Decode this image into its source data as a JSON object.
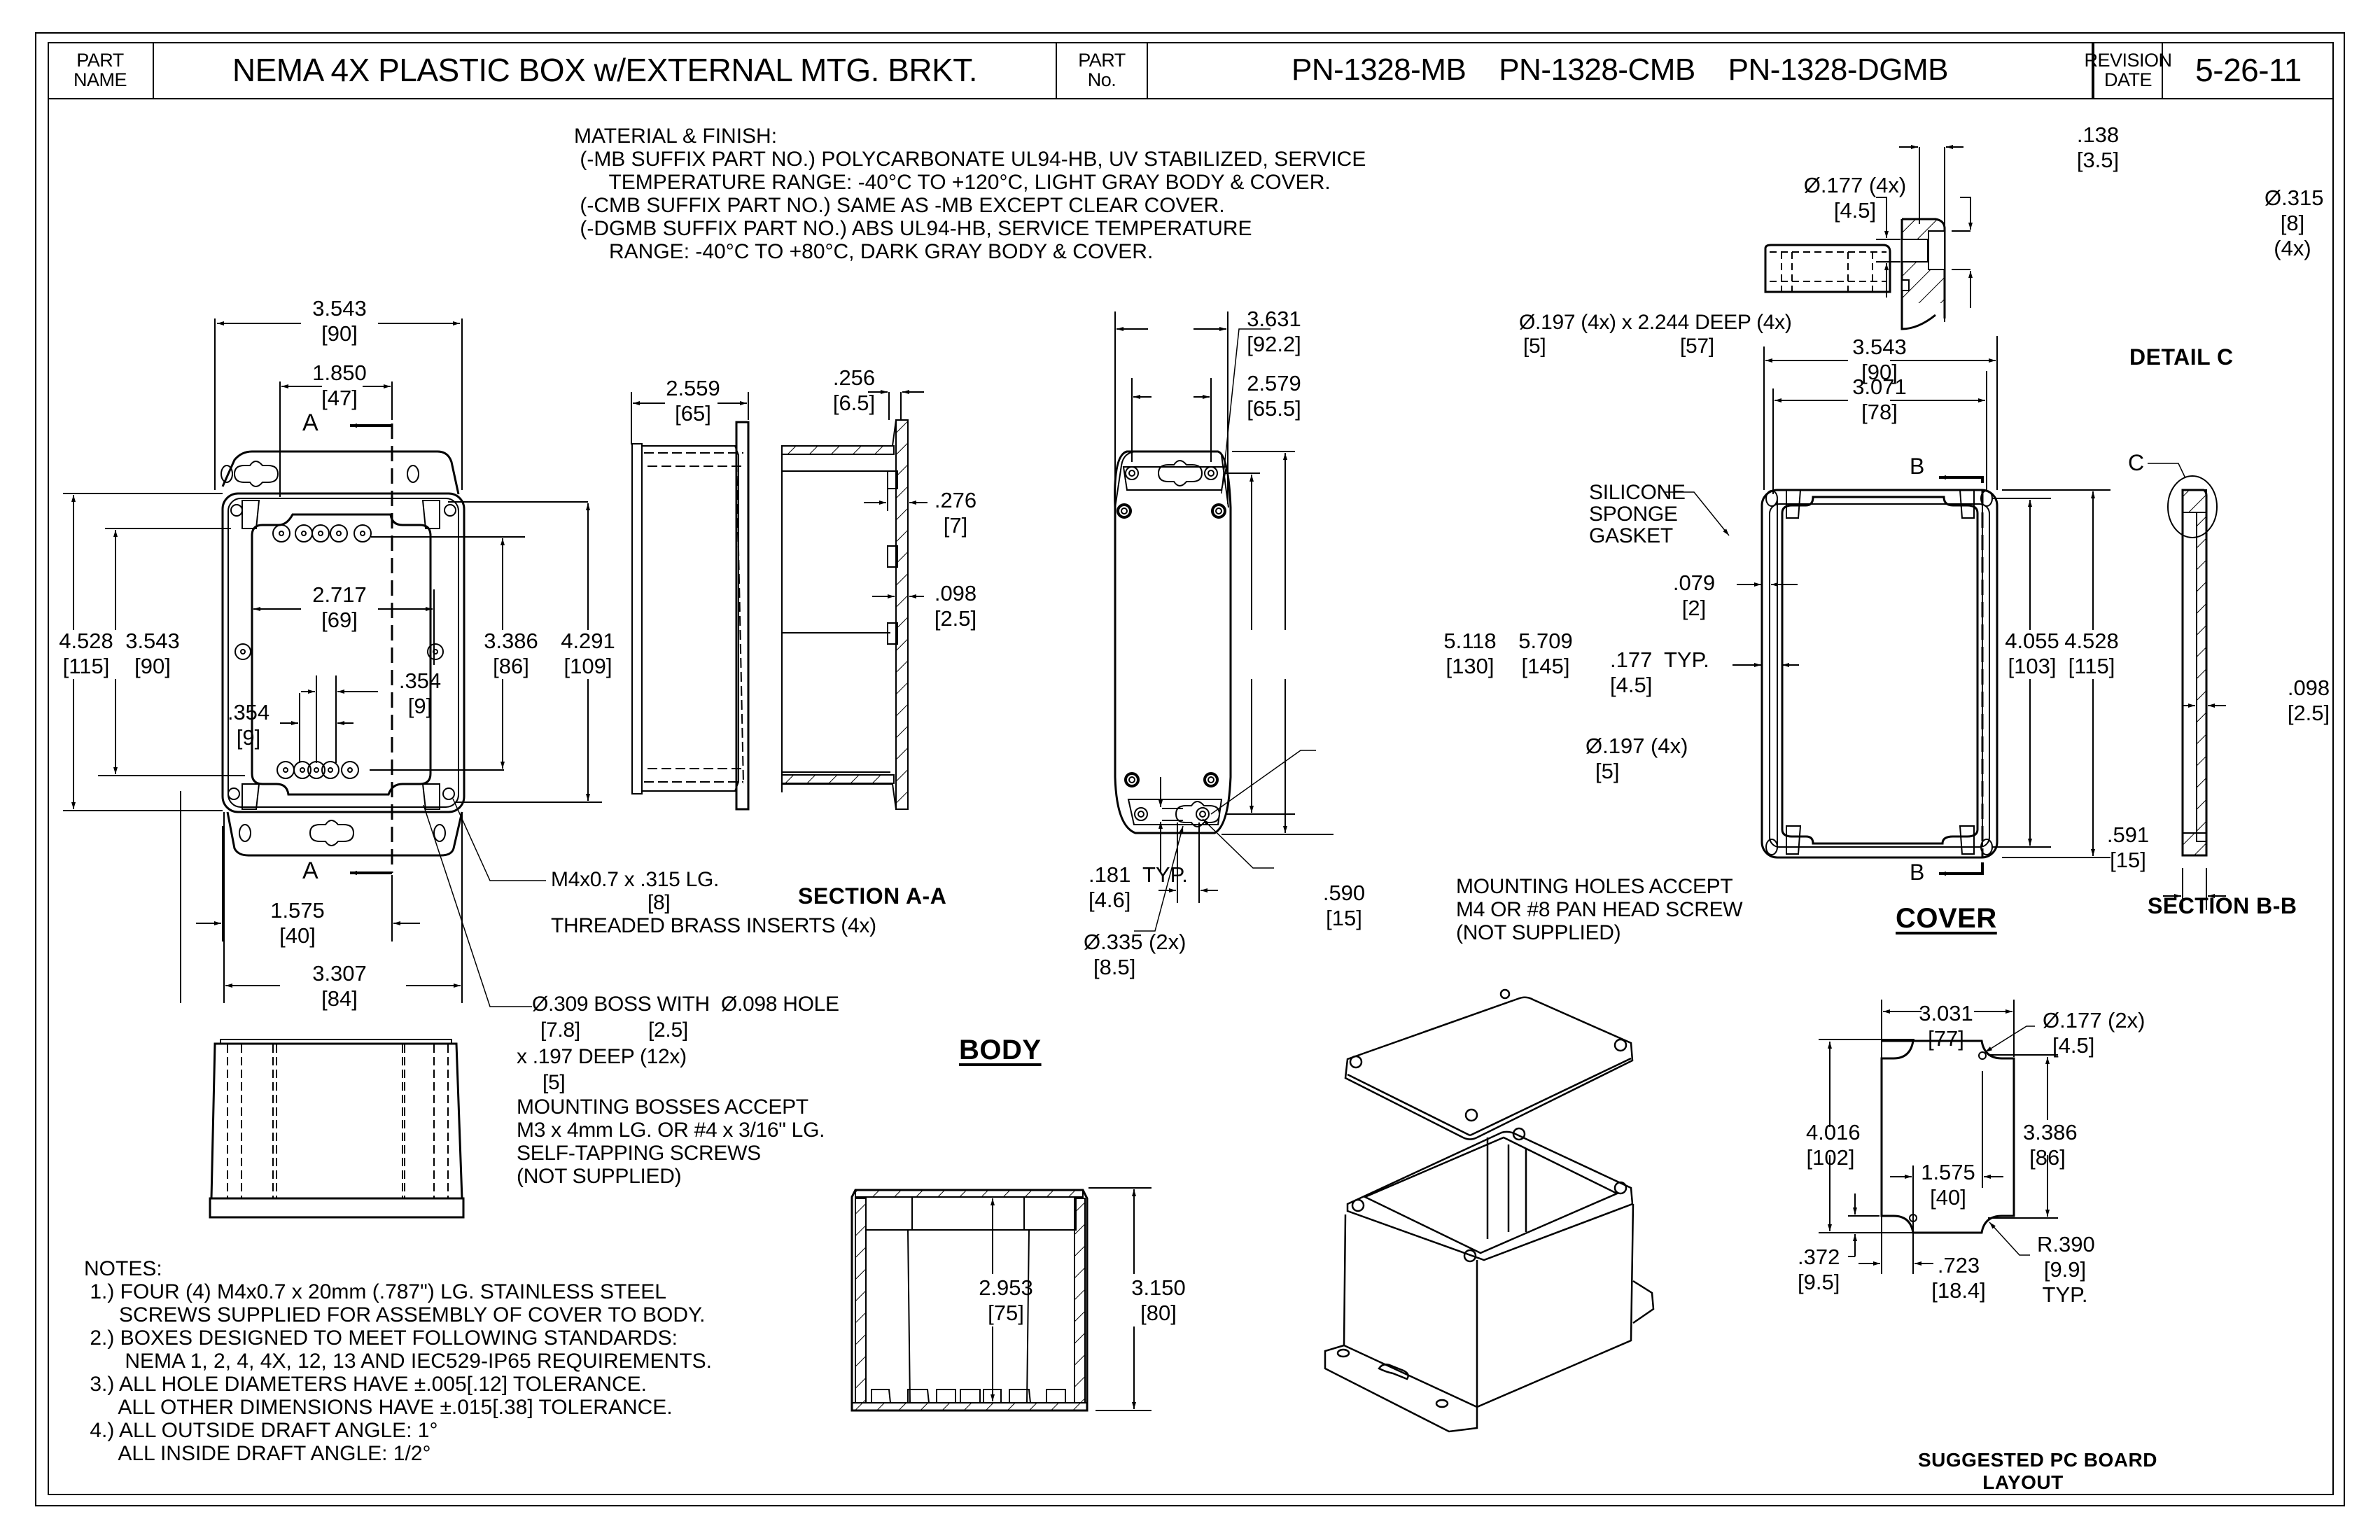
{
  "title_block": {
    "part_name_label": "PART\nNAME",
    "part_name": "NEMA 4X PLASTIC BOX w/EXTERNAL MTG. BRKT.",
    "part_no_label": "PART\nNo.",
    "part_numbers": "PN-1328-MB    PN-1328-CMB    PN-1328-DGMB",
    "revision_label": "REVISION\nDATE",
    "revision_date": "5-26-11"
  },
  "material_finish": {
    "heading": "MATERIAL & FINISH:",
    "lines": [
      " (-MB SUFFIX PART NO.) POLYCARBONATE UL94-HB, UV STABILIZED, SERVICE",
      "      TEMPERATURE RANGE: -40°C TO +120°C, LIGHT GRAY BODY & COVER.",
      " (-CMB SUFFIX PART NO.) SAME AS -MB EXCEPT CLEAR COVER.",
      " (-DGMB SUFFIX PART NO.) ABS UL94-HB, SERVICE TEMPERATURE",
      "      RANGE: -40°C TO +80°C, DARK GRAY BODY & COVER."
    ]
  },
  "notes": {
    "heading": "NOTES:",
    "lines": [
      " 1.) FOUR (4) M4x0.7 x 20mm (.787\") LG. STAINLESS STEEL",
      "      SCREWS SUPPLIED FOR ASSEMBLY OF COVER TO BODY.",
      " 2.) BOXES DESIGNED TO MEET FOLLOWING STANDARDS:",
      "       NEMA 1, 2, 4, 4X, 12, 13 AND IEC529-IP65 REQUIREMENTS.",
      " 3.) ALL HOLE DIAMETERS HAVE ±.005[.12] TOLERANCE.",
      "      ALL OTHER DIMENSIONS HAVE ±.015[.38] TOLERANCE.",
      " 4.) ALL OUTSIDE DRAFT ANGLE: 1°",
      "      ALL INSIDE DRAFT ANGLE: 1/2°"
    ]
  },
  "views": {
    "body_top": {
      "dims": [
        {
          "in": "3.543",
          "mm": "[90]"
        },
        {
          "in": "1.850",
          "mm": "[47]"
        },
        {
          "in": "2.717",
          "mm": "[69]"
        },
        {
          "in": "4.528",
          "mm": "[115]"
        },
        {
          "in": "3.543",
          "mm": "[90]"
        },
        {
          "in": "3.386",
          "mm": "[86]"
        },
        {
          "in": "4.291",
          "mm": "[109]"
        },
        {
          "in": ".354",
          "mm": "[9]"
        },
        {
          "in": ".354",
          "mm": "[9]"
        },
        {
          "in": "1.575",
          "mm": "[40]"
        },
        {
          "in": "3.307",
          "mm": "[84]"
        }
      ],
      "section_marker": "A",
      "callout_insert": [
        "M4x0.7 x .315 LG.",
        "[8]",
        "THREADED BRASS INSERTS (4x)"
      ],
      "callout_boss": [
        "Ø.309 BOSS WITH  Ø.098 HOLE",
        "[7.8]",
        "[2.5]",
        "x .197 DEEP (12x)",
        "[5]",
        "MOUNTING BOSSES ACCEPT",
        "M3 x 4mm LG. OR #4 x 3/16\" LG.",
        "SELF-TAPPING SCREWS",
        "(NOT SUPPLIED)"
      ]
    },
    "body_side": {
      "dims": [
        {
          "in": "2.559",
          "mm": "[65]"
        }
      ]
    },
    "section_aa": {
      "label": "SECTION A-A",
      "dims": [
        {
          "in": ".256",
          "mm": "[6.5]"
        },
        {
          "in": ".276",
          "mm": "[7]"
        },
        {
          "in": ".098",
          "mm": "[2.5]"
        }
      ]
    },
    "body_label": "BODY",
    "body_bottom": {
      "dims": [
        {
          "in": "3.631",
          "mm": "[92.2]"
        },
        {
          "in": "2.579",
          "mm": "[65.5]"
        },
        {
          "in": "5.118",
          "mm": "[130]"
        },
        {
          "in": "5.709",
          "mm": "[145]"
        },
        {
          "in": ".181  TYP.",
          "mm": "[4.6]"
        },
        {
          "in": ".590",
          "mm": "[15]"
        },
        {
          "in": "Ø.335 (2x)",
          "mm": "[8.5]"
        },
        {
          "in": "Ø.197 (4x)",
          "mm": "[5]"
        }
      ],
      "callout_deep": {
        "text": "Ø.197 (4x) x 2.244 DEEP (4x)",
        "mm1": "[5]",
        "mm2": "[57]"
      },
      "callout_mounting": [
        "MOUNTING HOLES ACCEPT",
        "M4 OR #8 PAN HEAD SCREW",
        "(NOT SUPPLIED)"
      ]
    },
    "body_section_front": {
      "dims": [
        {
          "in": "2.953",
          "mm": "[75]"
        },
        {
          "in": "3.150",
          "mm": "[80]"
        }
      ]
    },
    "cover": {
      "label": "COVER",
      "section_marker": "B",
      "gasket_label": "SILICONE\nSPONGE\nGASKET",
      "dims": [
        {
          "in": "3.543",
          "mm": "[90]"
        },
        {
          "in": "3.071",
          "mm": "[78]"
        },
        {
          "in": ".079",
          "mm": "[2]"
        },
        {
          "in": ".177  TYP.",
          "mm": "[4.5]"
        },
        {
          "in": "4.055",
          "mm": "[103]"
        },
        {
          "in": "4.528",
          "mm": "[115]"
        }
      ]
    },
    "cover_side": {
      "dims": [
        {
          "in": "Ø.177 (4x)",
          "mm": "[4.5]"
        }
      ]
    },
    "detail_c": {
      "label": "DETAIL C",
      "dims": [
        {
          "in": ".138",
          "mm": "[3.5]"
        },
        {
          "in": "Ø.315",
          "mm": "[8]",
          "qty": "(4x)"
        }
      ]
    },
    "section_bb": {
      "label": "SECTION B-B",
      "detail_marker": "C",
      "dims": [
        {
          "in": ".098",
          "mm": "[2.5]"
        },
        {
          "in": ".591",
          "mm": "[15]"
        }
      ]
    },
    "pcb_layout": {
      "label": "SUGGESTED PC BOARD\nLAYOUT",
      "dims": [
        {
          "in": "3.031",
          "mm": "[77]"
        },
        {
          "in": "Ø.177 (2x)",
          "mm": "[4.5]"
        },
        {
          "in": "4.016",
          "mm": "[102]"
        },
        {
          "in": "3.386",
          "mm": "[86]"
        },
        {
          "in": "1.575",
          "mm": "[40]"
        },
        {
          "in": ".372",
          "mm": "[9.5]"
        },
        {
          "in": ".723",
          "mm": "[18.4]"
        },
        {
          "in": "R.390",
          "mm": "[9.9]",
          "note": "TYP."
        }
      ]
    }
  }
}
